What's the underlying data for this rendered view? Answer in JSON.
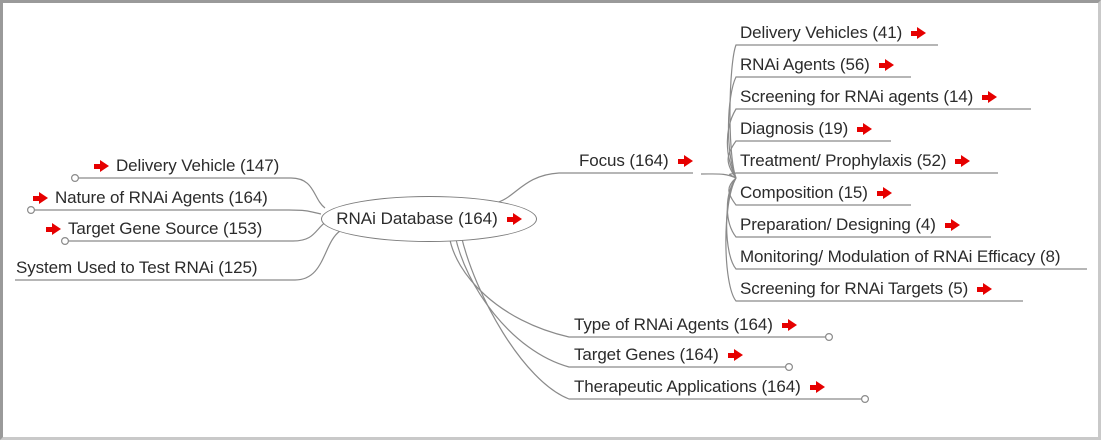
{
  "diagram": {
    "title": "RNAi Database mind map",
    "type": "mindmap",
    "accent_color": "#e60000",
    "line_color": "#8a8a8a",
    "text_color": "#2b2b2b",
    "background": "#ffffff"
  },
  "root": {
    "label": "RNAi Database (164)",
    "count": 164,
    "has_arrow": true
  },
  "left_branches": [
    {
      "label": "Delivery Vehicle (147)",
      "count": 147,
      "has_arrow": true,
      "arrow_position": "before",
      "has_endpoint_circle": true
    },
    {
      "label": "Nature of RNAi Agents (164)",
      "count": 164,
      "has_arrow": true,
      "arrow_position": "before",
      "has_endpoint_circle": true
    },
    {
      "label": "Target Gene Source (153)",
      "count": 153,
      "has_arrow": true,
      "arrow_position": "before",
      "has_endpoint_circle": true
    },
    {
      "label": "System Used to Test RNAi (125)",
      "count": 125,
      "has_arrow": false,
      "arrow_position": "none",
      "has_endpoint_circle": false
    }
  ],
  "focus_branch": {
    "label": "Focus (164)",
    "count": 164,
    "has_arrow": true,
    "children": [
      {
        "label": "Delivery Vehicles (41)",
        "count": 41,
        "has_arrow": true
      },
      {
        "label": "RNAi Agents (56)",
        "count": 56,
        "has_arrow": true
      },
      {
        "label": "Screening for  RNAi agents (14)",
        "count": 14,
        "has_arrow": true
      },
      {
        "label": "Diagnosis (19)",
        "count": 19,
        "has_arrow": true
      },
      {
        "label": "Treatment/ Prophylaxis (52)",
        "count": 52,
        "has_arrow": true
      },
      {
        "label": "Composition (15)",
        "count": 15,
        "has_arrow": true
      },
      {
        "label": "Preparation/ Designing (4)",
        "count": 4,
        "has_arrow": true
      },
      {
        "label": "Monitoring/ Modulation of RNAi Efficacy (8)",
        "count": 8,
        "has_arrow": false
      },
      {
        "label": "Screening for RNAi Targets (5)",
        "count": 5,
        "has_arrow": true
      }
    ]
  },
  "bottom_branches": [
    {
      "label": "Type of RNAi Agents (164)",
      "count": 164,
      "has_arrow": true,
      "has_endpoint_circle": true
    },
    {
      "label": "Target Genes (164)",
      "count": 164,
      "has_arrow": true,
      "has_endpoint_circle": true
    },
    {
      "label": "Therapeutic Applications (164)",
      "count": 164,
      "has_arrow": true,
      "has_endpoint_circle": true
    }
  ]
}
